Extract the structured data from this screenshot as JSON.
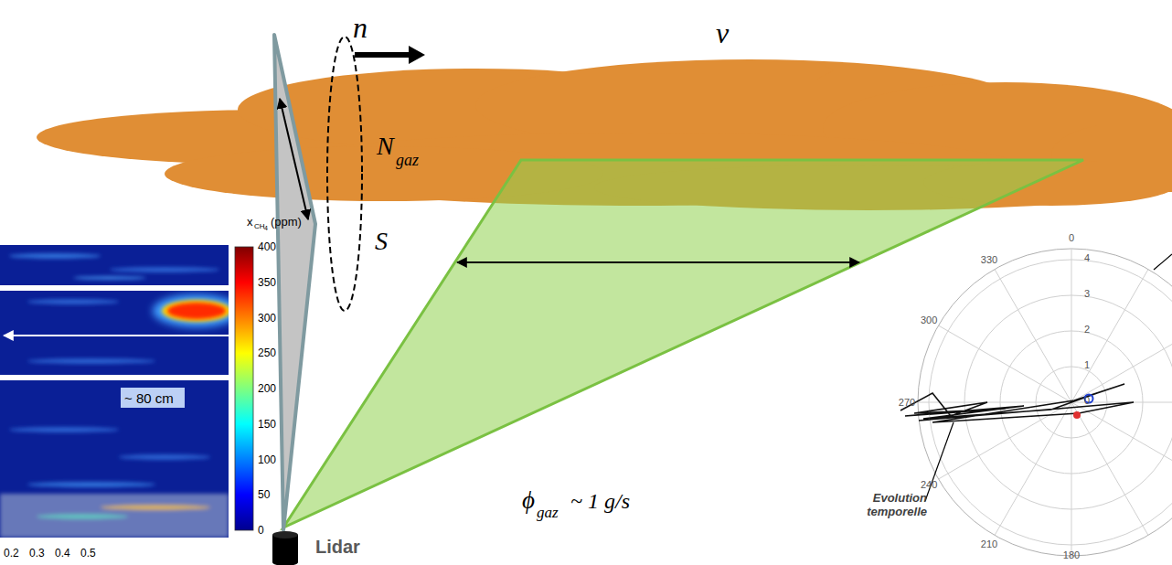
{
  "diagram": {
    "labels": [
      "n⃗",
      "v⃗",
      "N",
      "gaz",
      "S",
      "x",
      "CH",
      "4",
      "(ppm)",
      "400",
      "350",
      "300",
      "250",
      "200",
      "150",
      "100",
      "50",
      "0",
      "~ 80 cm",
      "0.2",
      "0.3",
      "0.4",
      "0.5",
      "ϕ",
      "gaz",
      "~ 1 g/s",
      "Lidar",
      "Evolution temporelle",
      "0",
      "330",
      "300",
      "270",
      "240",
      "210",
      "180",
      "4",
      "3",
      "2",
      "1",
      "0"
    ]
  }
}
